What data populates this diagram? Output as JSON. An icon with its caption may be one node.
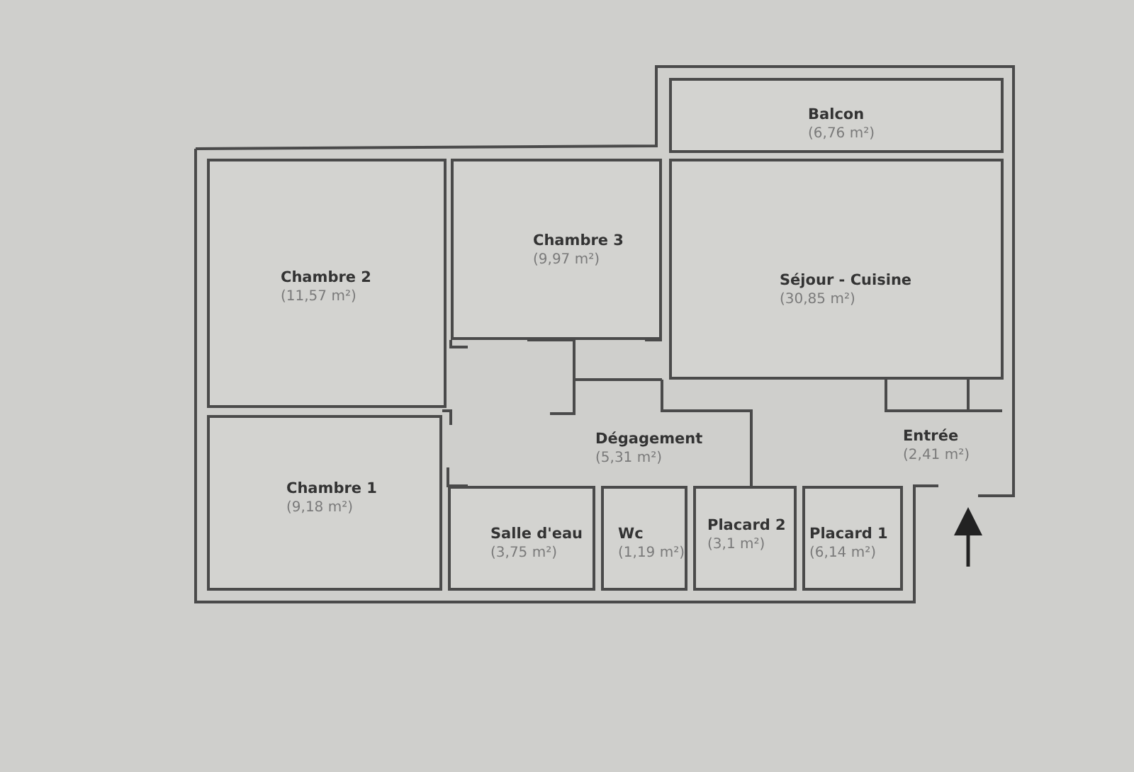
{
  "diagram": {
    "nodes": [
      {
        "text": [
          "Balcon",
          "(6,76 m²)"
        ]
      },
      {
        "text": [
          "Chambre 2",
          "(11,57 m²)"
        ]
      },
      {
        "text": [
          "Chambre 3",
          "(9,97 m²)"
        ]
      },
      {
        "text": [
          "Séjour - Cuisine",
          "(30,85 m²)"
        ]
      },
      {
        "text": [
          "Dégagement",
          "(5,31 m²)"
        ]
      },
      {
        "text": [
          "Entrée",
          "(2,41 m²)"
        ]
      },
      {
        "text": [
          "Chambre 1",
          "(9,18 m²)"
        ]
      },
      {
        "text": [
          "Salle d'eau",
          "(3,75 m²)"
        ]
      },
      {
        "text": [
          "Wc",
          "(1,19 m²)"
        ]
      },
      {
        "text": [
          "Placard 2",
          "(3,1 m²)"
        ]
      },
      {
        "text": [
          "Placard 1",
          "(6,14 m²)"
        ]
      }
    ]
  }
}
